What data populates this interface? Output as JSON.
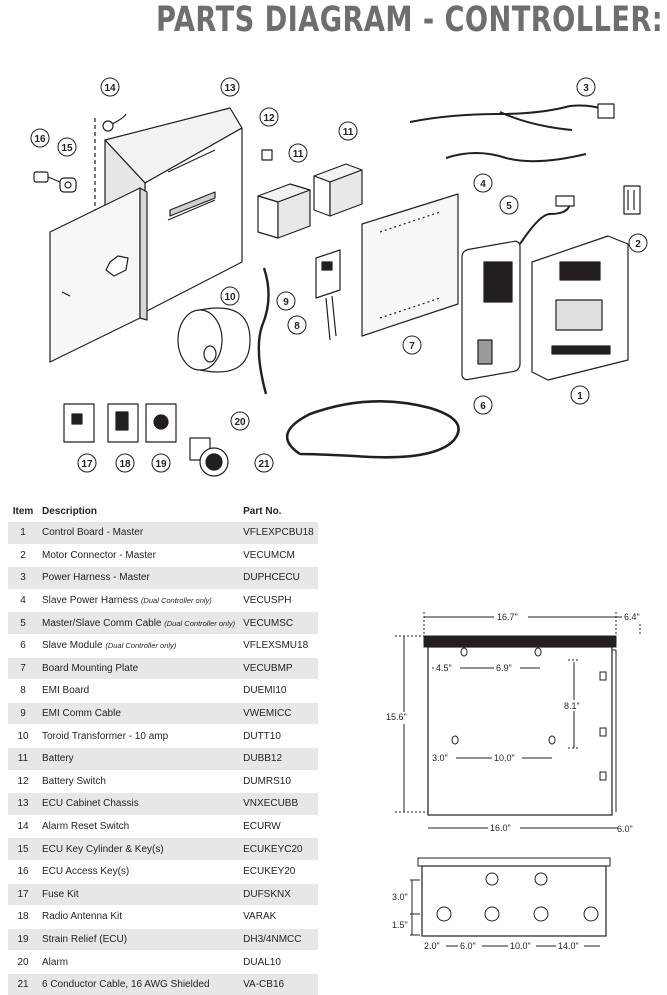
{
  "title": "PARTS DIAGRAM - CONTROLLER:",
  "callouts": [
    "1",
    "2",
    "3",
    "4",
    "5",
    "6",
    "7",
    "8",
    "9",
    "10",
    "11",
    "11",
    "12",
    "13",
    "14",
    "15",
    "16",
    "17",
    "18",
    "19",
    "20",
    "21"
  ],
  "table": {
    "headers": {
      "item": "Item",
      "description": "Description",
      "part": "Part No."
    },
    "rows": [
      {
        "item": "1",
        "description": "Control Board - Master",
        "note": "",
        "part": "VFLEXPCBU18"
      },
      {
        "item": "2",
        "description": "Motor Connector - Master",
        "note": "",
        "part": "VECUMCM"
      },
      {
        "item": "3",
        "description": "Power Harness - Master",
        "note": "",
        "part": "DUPHCECU"
      },
      {
        "item": "4",
        "description": "Slave Power Harness",
        "note": "(Dual Controller only)",
        "part": "VECUSPH"
      },
      {
        "item": "5",
        "description": "Master/Slave Comm Cable",
        "note": "(Dual Controller only)",
        "part": "VECUMSC"
      },
      {
        "item": "6",
        "description": "Slave Module",
        "note": "(Dual Controller only)",
        "part": "VFLEXSMU18"
      },
      {
        "item": "7",
        "description": "Board Mounting Plate",
        "note": "",
        "part": "VECUBMP"
      },
      {
        "item": "8",
        "description": "EMI Board",
        "note": "",
        "part": "DUEMI10"
      },
      {
        "item": "9",
        "description": "EMI Comm Cable",
        "note": "",
        "part": "VWEMICC"
      },
      {
        "item": "10",
        "description": "Toroid Transformer - 10 amp",
        "note": "",
        "part": "DUTT10"
      },
      {
        "item": "11",
        "description": "Battery",
        "note": "",
        "part": "DUBB12"
      },
      {
        "item": "12",
        "description": "Battery Switch",
        "note": "",
        "part": "DUMRS10"
      },
      {
        "item": "13",
        "description": "ECU Cabinet Chassis",
        "note": "",
        "part": "VNXECUBB"
      },
      {
        "item": "14",
        "description": "Alarm Reset Switch",
        "note": "",
        "part": "ECURW"
      },
      {
        "item": "15",
        "description": "ECU Key Cylinder & Key(s)",
        "note": "",
        "part": "ECUKEYC20"
      },
      {
        "item": "16",
        "description": "ECU Access Key(s)",
        "note": "",
        "part": "ECUKEY20"
      },
      {
        "item": "17",
        "description": "Fuse Kit",
        "note": "",
        "part": "DUFSKNX"
      },
      {
        "item": "18",
        "description": "Radio Antenna Kit",
        "note": "",
        "part": "VARAK"
      },
      {
        "item": "19",
        "description": "Strain Relief (ECU)",
        "note": "",
        "part": "DH3/4NMCC"
      },
      {
        "item": "20",
        "description": "Alarm",
        "note": "",
        "part": "DUAL10"
      },
      {
        "item": "21",
        "description": "6 Conductor Cable, 16 AWG Shielded",
        "note": "",
        "part": "VA-CB16"
      }
    ]
  },
  "dimensions": {
    "width": "16.7\"",
    "overhang": "6.4\"",
    "height": "15.6\"",
    "mount_left": "4.5\"",
    "mount_spacing_h": "6.9\"",
    "mount_spacing_v": "8.1\"",
    "lower_left": "3.0\"",
    "lower_spacing": "10.0\"",
    "base_width": "16.0\"",
    "depth": "6.0\"",
    "bottom_row1": "3.0\"",
    "bottom_row2": "1.5\"",
    "b_2": "2.0\"",
    "b_6": "6.0\"",
    "b_10": "10.0\"",
    "b_14": "14.0\""
  }
}
